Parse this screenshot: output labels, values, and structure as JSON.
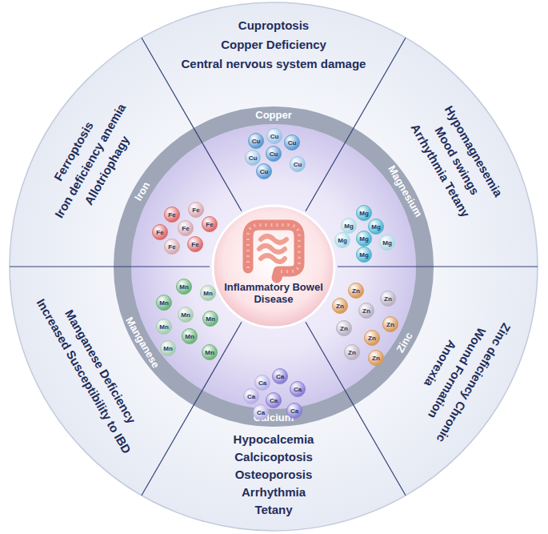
{
  "diagram": {
    "nodes": [
      {
        "text": [
          "Inflammatory Bowel Disease"
        ]
      }
    ],
    "labels": [
      "Cuproptosis",
      "Copper Deficiency",
      "Central nervous system damage",
      "Hypomagnesemia",
      "Mood swings",
      "Arrhythmia Tetany",
      "Zinc deficiency Chronic",
      "Wound Formation",
      "Anorexia",
      "Hypocalcemia",
      "Calcicoptosis",
      "Osteoporosis",
      "Arrhythmia",
      "Tetany",
      "Manganese Deficiency",
      "Increased Susceptibility to IBD",
      "Ferroptosis",
      "Iron deficiency anemia",
      "Allotriophagy",
      "Copper",
      "Magnesium",
      "Zinc",
      "Calcium",
      "Manganese",
      "Iron",
      "Cu",
      "Cu",
      "Cu",
      "Cu",
      "Cu",
      "Cu",
      "Cu",
      "Mg",
      "Mg",
      "Mg",
      "Mg",
      "Mg",
      "Mg",
      "Mg",
      "Zn",
      "Zn",
      "Zn",
      "Zn",
      "Zn",
      "Zn",
      "Zn",
      "Zn",
      "Zn",
      "Ca",
      "Ca",
      "Ca",
      "Ca",
      "Ca",
      "Ca",
      "Ca",
      "Mn",
      "Mn",
      "Mn",
      "Mn",
      "Mn",
      "Mn",
      "Mn",
      "Mn",
      "Mn",
      "Fe",
      "Fe",
      "Fe",
      "Fe",
      "Fe",
      "Fe",
      "Fe"
    ]
  }
}
